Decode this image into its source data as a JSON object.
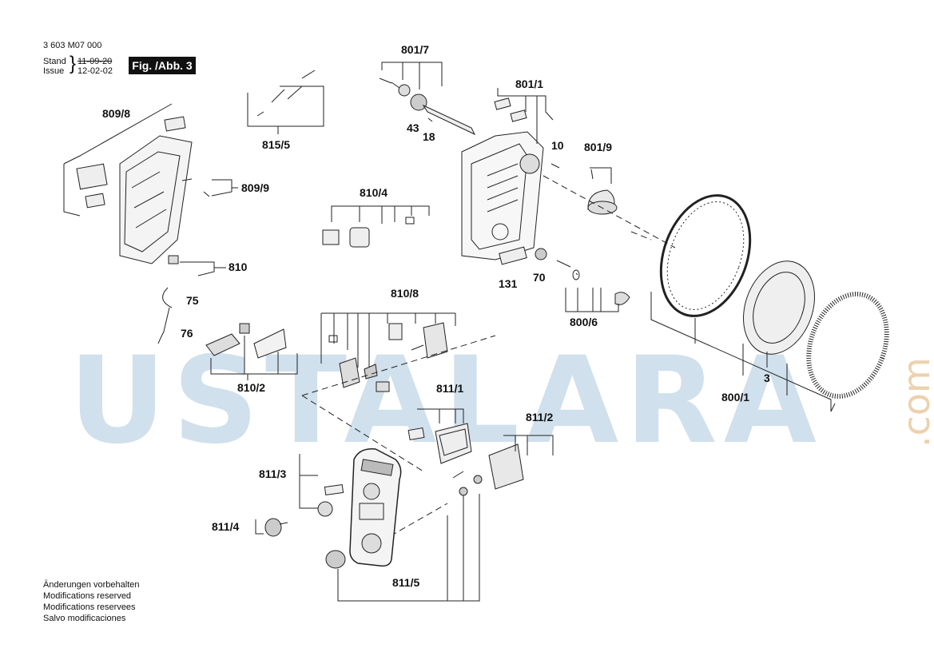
{
  "header": {
    "doc_number": "3 603 M07 000",
    "stand_label": "Stand",
    "issue_label": "Issue",
    "stand_date": "11-09-20",
    "issue_date": "12-02-02",
    "figure": "Fig. /Abb. 3"
  },
  "watermark": {
    "text": "USTALARA",
    "suffix": ".com"
  },
  "parts": {
    "p801_7": "801/7",
    "p801_1": "801/1",
    "p809_8": "809/8",
    "p815_5": "815/5",
    "p43": "43",
    "p18": "18",
    "p10": "10",
    "p801_9": "801/9",
    "p809_9": "809/9",
    "p810_4": "810/4",
    "p810": "810",
    "p131": "131",
    "p70": "70",
    "p75": "75",
    "p76": "76",
    "p810_8": "810/8",
    "p800_6": "800/6",
    "p3": "3",
    "p800_1": "800/1",
    "p810_2": "810/2",
    "p811_1": "811/1",
    "p811_2": "811/2",
    "p811_3": "811/3",
    "p811_4": "811/4",
    "p811_5": "811/5"
  },
  "notes": {
    "de": "Änderungen vorbehalten",
    "en": "Modifications reserved",
    "fr": "Modifications reservees",
    "es": "Salvo modificaciones"
  }
}
